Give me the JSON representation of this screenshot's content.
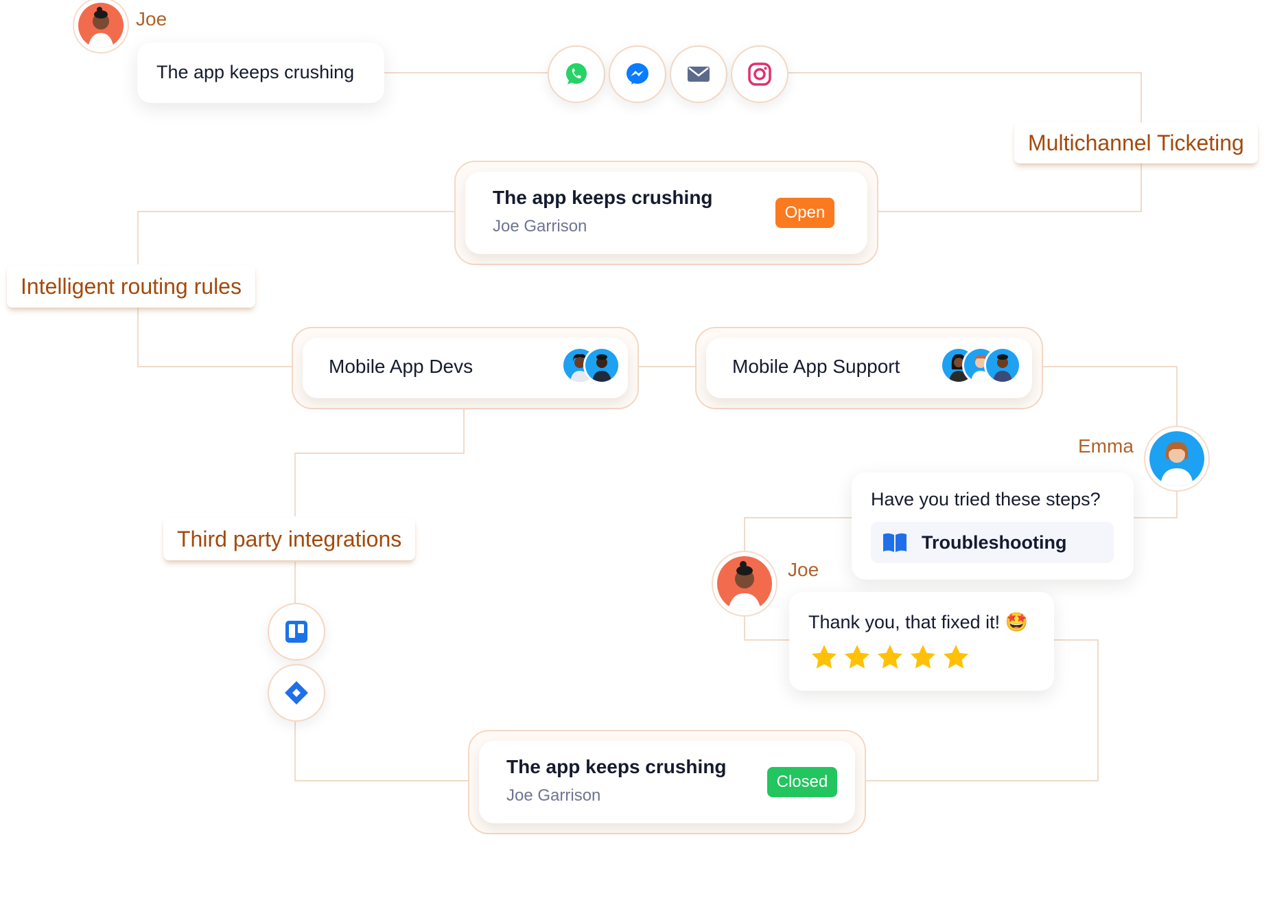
{
  "first_message": {
    "sender": "Joe",
    "text": "The app keeps crushing"
  },
  "channels": [
    {
      "name": "whatsapp-icon",
      "color": "#25d366"
    },
    {
      "name": "messenger-icon",
      "color": "#0a7cff"
    },
    {
      "name": "email-icon",
      "color": "#5c6a8c"
    },
    {
      "name": "instagram-icon",
      "color": "#e1306c"
    }
  ],
  "features": {
    "multichannel": "Multichannel Ticketing",
    "routing": "Intelligent routing rules",
    "integrations": "Third party integrations"
  },
  "ticket_open": {
    "title": "The app keeps crushing",
    "requester": "Joe Garrison",
    "status": "Open",
    "status_color": "#fa7a1f"
  },
  "teams": [
    {
      "label": "Mobile App Devs",
      "member_count": 2
    },
    {
      "label": "Mobile App Support",
      "member_count": 3
    }
  ],
  "integrations": [
    {
      "name": "trello-icon",
      "color": "#1a73e8"
    },
    {
      "name": "jira-icon",
      "color": "#1f6fea"
    }
  ],
  "agent_reply": {
    "sender": "Emma",
    "text": "Have you tried these steps?",
    "article": "Troubleshooting"
  },
  "customer_reply": {
    "sender": "Joe",
    "text": "Thank you, that fixed it! 🤩",
    "rating": 5,
    "rating_max": 5,
    "star_color": "#ffc107"
  },
  "ticket_closed": {
    "title": "The app keeps crushing",
    "requester": "Joe Garrison",
    "status": "Closed",
    "status_color": "#22c55e"
  },
  "colors": {
    "accent_text": "#a34a0b",
    "connector": "#f0dac8",
    "joe_avatar_bg": "#f26b4d",
    "emma_avatar_bg": "#1da1f2"
  }
}
